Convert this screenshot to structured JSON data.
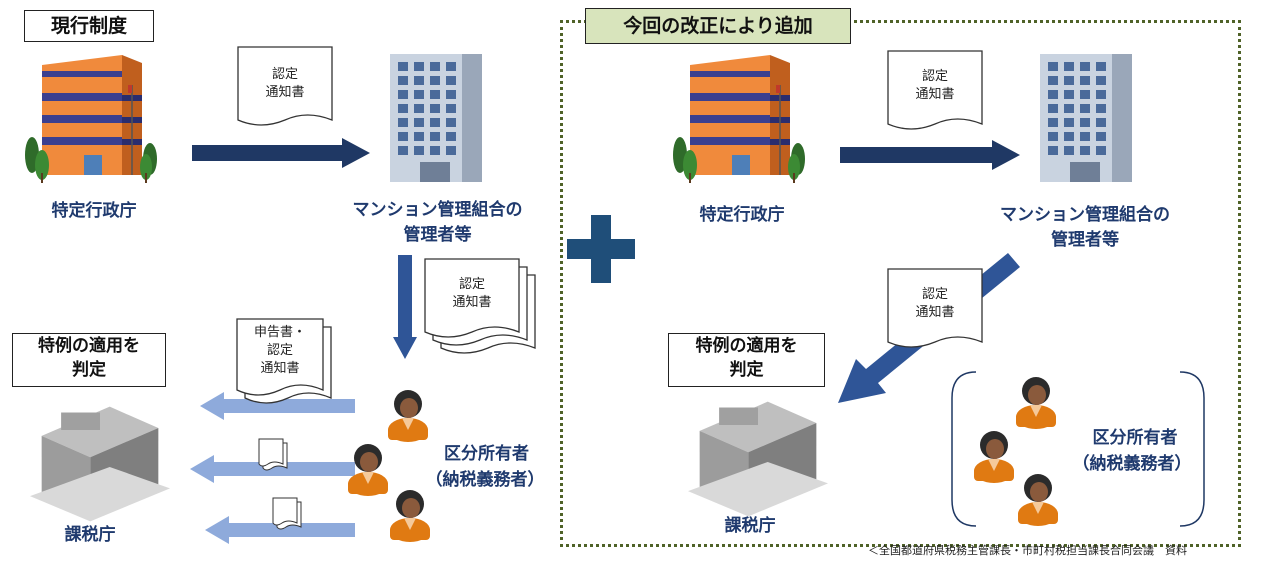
{
  "left": {
    "section_label": "現行制度",
    "gov_office": "特定行政庁",
    "manager_line1": "マンション管理組合の",
    "manager_line2": "管理者等",
    "doc_gov_line1": "認定",
    "doc_gov_line2": "通知書",
    "doc_mgr_line1": "認定",
    "doc_mgr_line2": "通知書",
    "doc_owner_line1": "申告書・",
    "doc_owner_line2": "認定",
    "doc_owner_line3": "通知書",
    "judge_line1": "特例の適用を",
    "judge_line2": "判定",
    "tax_office": "課税庁",
    "owner_line1": "区分所有者",
    "owner_line2": "（納税義務者）"
  },
  "right": {
    "section_label": "今回の改正により追加",
    "gov_office": "特定行政庁",
    "manager_line1": "マンション管理組合の",
    "manager_line2": "管理者等",
    "doc_gov_line1": "認定",
    "doc_gov_line2": "通知書",
    "doc_mgr_line1": "認定",
    "doc_mgr_line2": "通知書",
    "judge_line1": "特例の適用を",
    "judge_line2": "判定",
    "tax_office": "課税庁",
    "owner_line1": "区分所有者",
    "owner_line2": "（納税義務者）"
  },
  "source_note": "＜全国都道府県税務主管課長・市町村税担当課長合同会議　資料",
  "colors": {
    "arrow_dark": "#1f3864",
    "arrow_light": "#8eaadb",
    "plus": "#1f4e79",
    "dotted_border": "#4f6228",
    "added_label_bg": "#d8e4bc"
  }
}
